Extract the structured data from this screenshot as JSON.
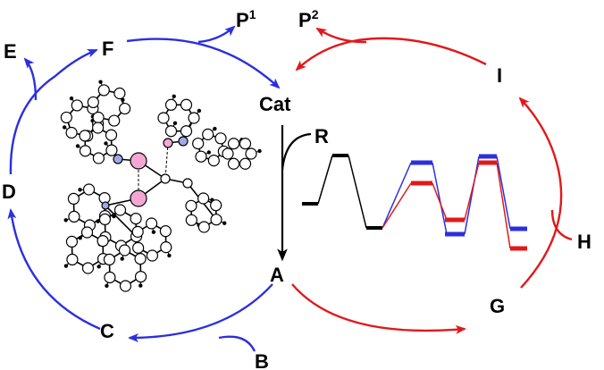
{
  "nodes": {
    "cat": "Cat",
    "a": "A",
    "b": "B",
    "c": "C",
    "d": "D",
    "e": "E",
    "f": "F",
    "g": "G",
    "h": "H",
    "i": "I",
    "r": "R",
    "p1": {
      "base": "P",
      "sup": "1"
    },
    "p2": {
      "base": "P",
      "sup": "2"
    }
  },
  "colors": {
    "blue_cycle": "#2b2fe0",
    "red_cycle": "#e0191b",
    "black": "#000000",
    "atom_pink": "#f4a7d3",
    "atom_blue": "#9fa8e8",
    "atom_white": "#ffffff"
  },
  "structure_icon": "3d-ball-and-stick-molecule",
  "energy_profile": {
    "description_icon": "reaction-energy-profile",
    "series": [
      "black",
      "blue",
      "red"
    ]
  }
}
